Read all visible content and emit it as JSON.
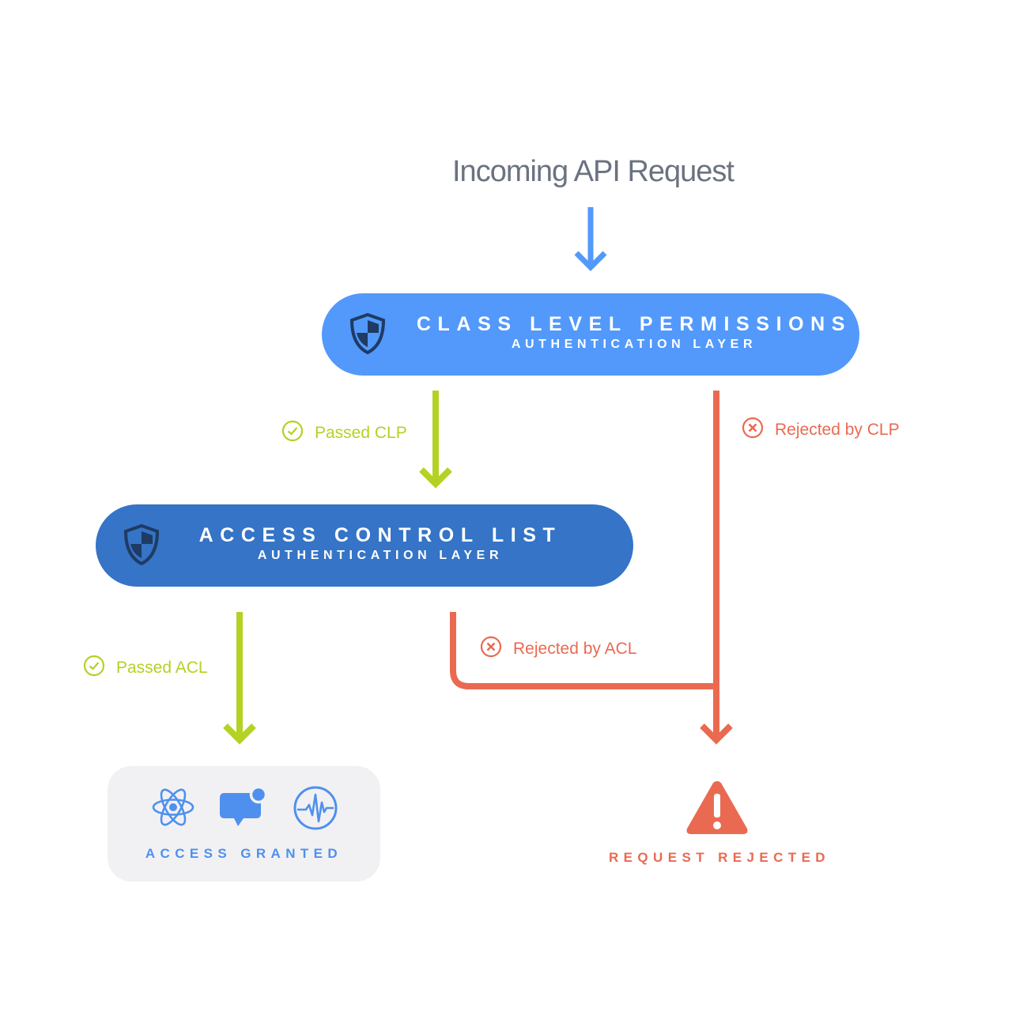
{
  "title": "Incoming API Request",
  "colors": {
    "clp_blue": "#5299fb",
    "acl_blue": "#3574c6",
    "pass_green": "#b3d224",
    "reject_red": "#ea6a51",
    "granted_blue": "#4f90ee",
    "granted_bg": "#f1f1f4"
  },
  "layers": {
    "clp": {
      "name": "CLASS LEVEL PERMISSIONS",
      "subtitle": "AUTHENTICATION LAYER",
      "icon": "shield-icon"
    },
    "acl": {
      "name": "ACCESS CONTROL LIST",
      "subtitle": "AUTHENTICATION LAYER",
      "icon": "shield-icon"
    }
  },
  "edges": {
    "passed_clp": {
      "label": "Passed CLP",
      "icon": "check-circle-icon"
    },
    "rejected_clp": {
      "label": "Rejected by CLP",
      "icon": "x-circle-icon"
    },
    "passed_acl": {
      "label": "Passed ACL",
      "icon": "check-circle-icon"
    },
    "rejected_acl": {
      "label": "Rejected by ACL",
      "icon": "x-circle-icon"
    }
  },
  "outcomes": {
    "granted": {
      "label": "ACCESS GRANTED",
      "icons": [
        "atom-icon",
        "chat-notification-icon",
        "waveform-icon"
      ]
    },
    "rejected": {
      "label": "REQUEST REJECTED",
      "icon": "warning-icon"
    }
  }
}
